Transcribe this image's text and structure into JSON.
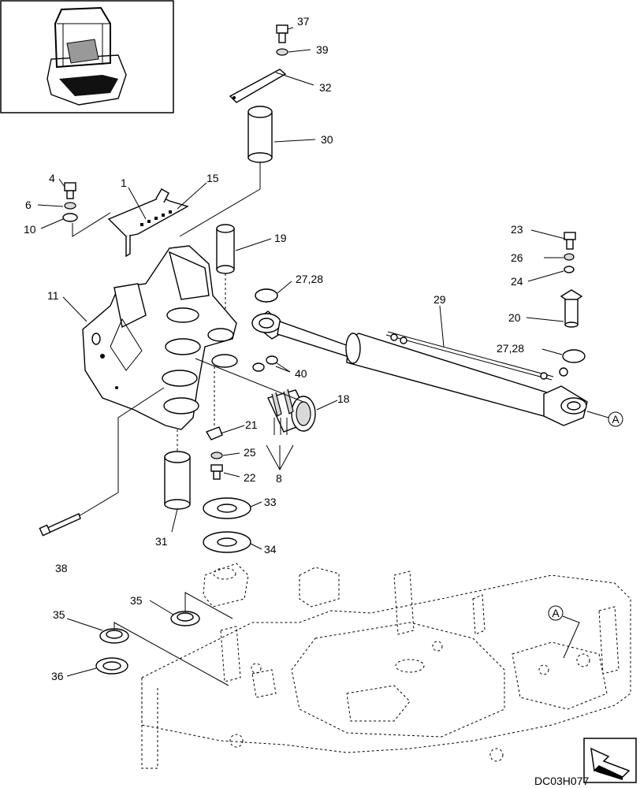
{
  "drawing_code": "DC03H077",
  "callouts": {
    "c1": "1",
    "c4": "4",
    "c6": "6",
    "c8": "8",
    "c10": "10",
    "c11": "11",
    "c15": "15",
    "c18": "18",
    "c19": "19",
    "c20": "20",
    "c21": "21",
    "c22": "22",
    "c23": "23",
    "c24": "24",
    "c25": "25",
    "c26": "26",
    "c27_28_top": "27,28",
    "c27_28_right": "27,28",
    "c29": "29",
    "c30": "30",
    "c31": "31",
    "c32": "32",
    "c33": "33",
    "c34": "34",
    "c35_top": "35",
    "c35_left": "35",
    "c36": "36",
    "c37": "37",
    "c38": "38",
    "c39": "39",
    "c40": "40"
  },
  "references": {
    "ref_a_cylinder": "A",
    "ref_a_frame": "A"
  },
  "icons": {
    "thumbnail": "machine-overview-icon",
    "orientation": "orientation-arrow-icon"
  }
}
